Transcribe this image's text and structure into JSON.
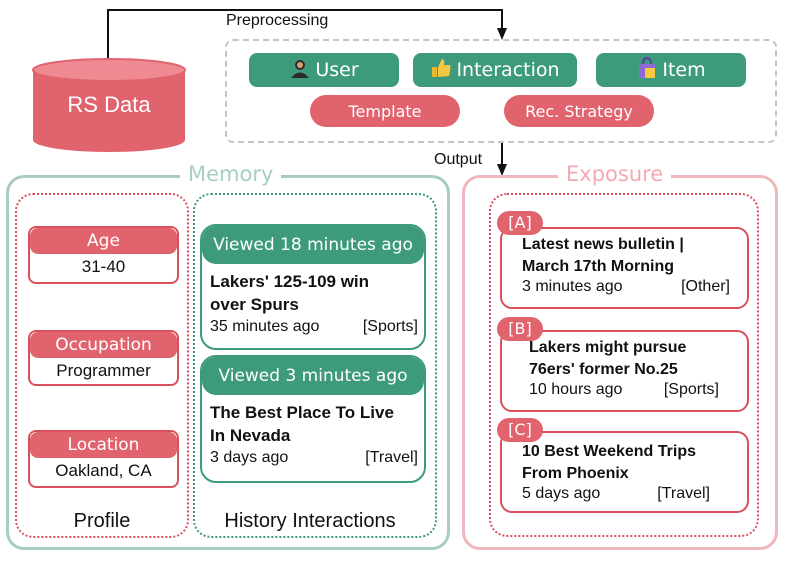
{
  "colors": {
    "green": "#3e9a7c",
    "red": "#e0636d",
    "memory_border": "#a9cdbd",
    "exposure_border": "#f0b8bc",
    "title_green": "#a6cfc0",
    "title_pink": "#f2aab0"
  },
  "source": {
    "label": "RS Data"
  },
  "preprocessing": {
    "label": "Preprocessing",
    "items": [
      {
        "icon": "person-icon",
        "label": "User"
      },
      {
        "icon": "thumbs-up-icon",
        "label": "Interaction"
      },
      {
        "icon": "shopping-bag-icon",
        "label": "Item"
      }
    ],
    "template_label": "Template",
    "strategy_label": "Rec. Strategy"
  },
  "output_label": "Output",
  "memory": {
    "title": "Memory",
    "profile": {
      "caption": "Profile",
      "fields": [
        {
          "label": "Age",
          "value": "31-40"
        },
        {
          "label": "Occupation",
          "value": "Programmer"
        },
        {
          "label": "Location",
          "value": "Oakland, CA"
        }
      ]
    },
    "history": {
      "caption": "History Interactions",
      "items": [
        {
          "viewed": "Viewed 18 minutes ago",
          "title_line1": "Lakers' 125-109 win",
          "title_line2": "over Spurs",
          "time": "35 minutes ago",
          "category": "[Sports]"
        },
        {
          "viewed": "Viewed 3 minutes ago",
          "title_line1": "The Best Place To Live",
          "title_line2": "In Nevada",
          "time": "3 days ago",
          "category": "[Travel]"
        }
      ]
    }
  },
  "exposure": {
    "title": "Exposure",
    "items": [
      {
        "tag": "[A]",
        "title_line1": "Latest news bulletin |",
        "title_line2": "March 17th Morning",
        "time": "3 minutes ago",
        "category": "[Other]"
      },
      {
        "tag": "[B]",
        "title_line1": "Lakers might pursue",
        "title_line2": "76ers' former No.25",
        "time": "10 hours ago",
        "category": "[Sports]"
      },
      {
        "tag": "[C]",
        "title_line1": "10 Best Weekend Trips",
        "title_line2": "From Phoenix",
        "time": "5 days ago",
        "category": "[Travel]"
      }
    ]
  }
}
